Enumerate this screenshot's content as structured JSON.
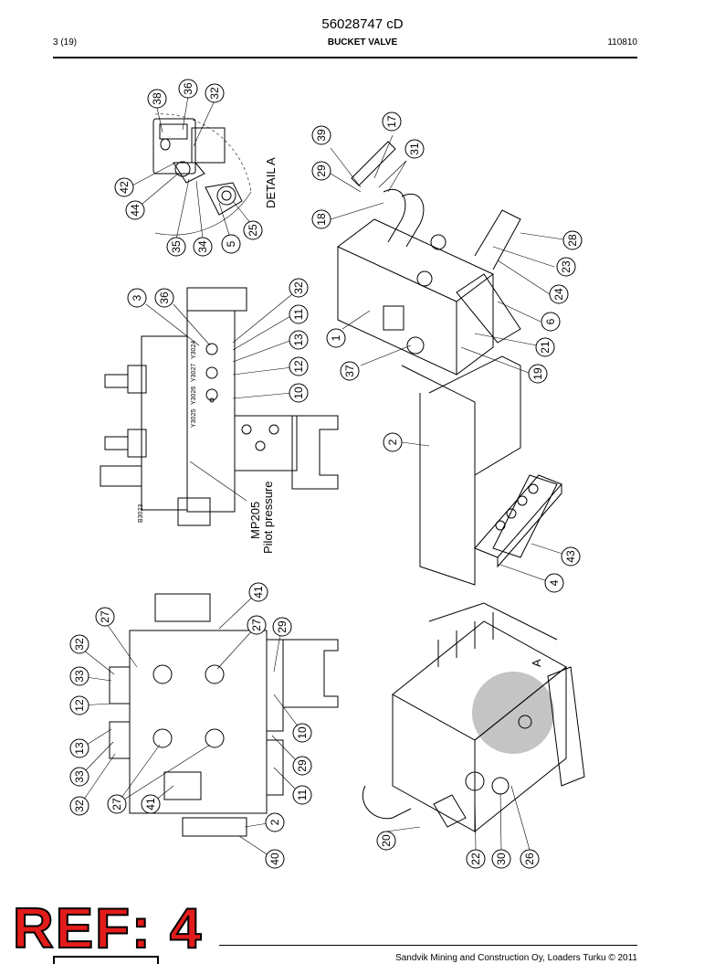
{
  "header": {
    "doc_number": "56028747 cD",
    "page": "3 (19)",
    "title": "BUCKET VALVE",
    "date_code": "110810"
  },
  "labels": {
    "detail_a": "DETAIL A",
    "detail_marker": "A",
    "mp205": "MP205",
    "pilot_pressure": "Pilot pressure",
    "valve_codes": [
      "Y3024",
      "Y3027",
      "Y3026",
      "Y3025"
    ],
    "sensor_code": "B3023"
  },
  "balloons": {
    "detail": [
      "38",
      "36",
      "32",
      "42",
      "44",
      "35",
      "34",
      "5",
      "25"
    ],
    "top_view": [
      "3",
      "36",
      "32",
      "11",
      "13",
      "12",
      "10"
    ],
    "iso_right": [
      "17",
      "39",
      "31",
      "29",
      "18",
      "28",
      "23",
      "24",
      "6",
      "1",
      "21",
      "37",
      "19",
      "2"
    ],
    "manifold": [
      "43",
      "4"
    ],
    "side_view": [
      "27",
      "32",
      "33",
      "12",
      "13",
      "33",
      "32",
      "27",
      "41",
      "41",
      "27",
      "29",
      "10",
      "29",
      "11",
      "2",
      "40"
    ],
    "iso_bottom": [
      "20",
      "22",
      "30",
      "26"
    ]
  },
  "footer": {
    "copyright": "Sandvik Mining and Construction Oy, Loaders Turku © 2011"
  },
  "stamp": {
    "text": "REF: 4"
  },
  "colors": {
    "stamp_fill": "#e21b1b",
    "detail_highlight": "#b0b0b0"
  }
}
